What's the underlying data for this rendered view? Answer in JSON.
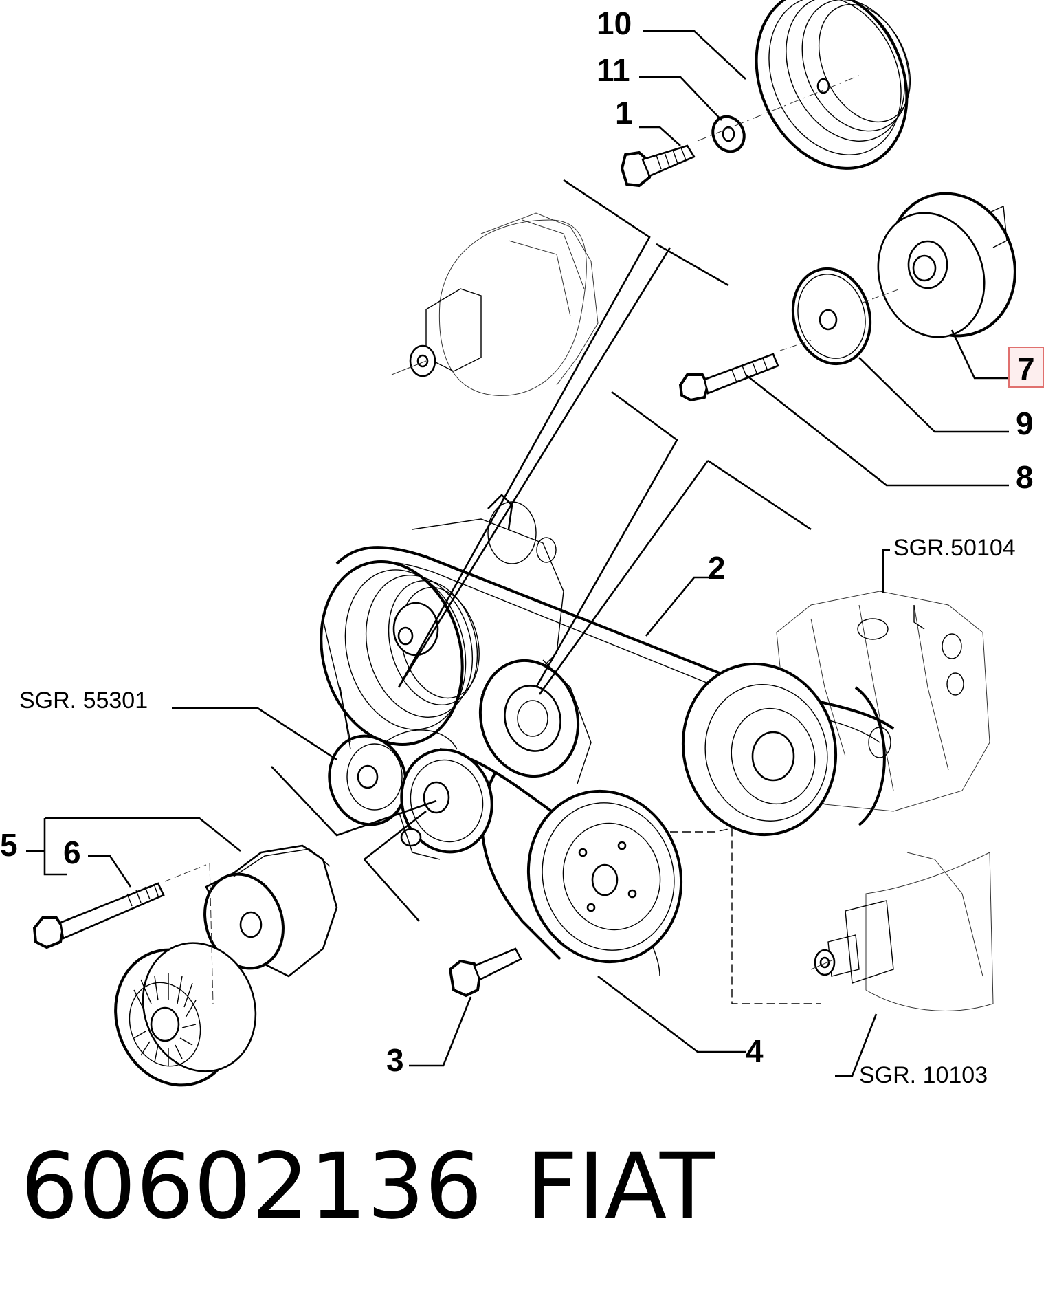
{
  "diagram": {
    "callouts": {
      "p1": "1",
      "p2": "2",
      "p3": "3",
      "p4": "4",
      "p5": "5",
      "p6": "6",
      "p7": "7",
      "p8": "8",
      "p9": "9",
      "p10": "10",
      "p11": "11"
    },
    "references": {
      "sgr_50104": "SGR.50104",
      "sgr_55301": "SGR. 55301",
      "sgr_10103": "SGR. 10103"
    },
    "highlight_color": "#e0706e"
  },
  "footer": {
    "part_code": "60602136",
    "brand": "FIAT"
  }
}
